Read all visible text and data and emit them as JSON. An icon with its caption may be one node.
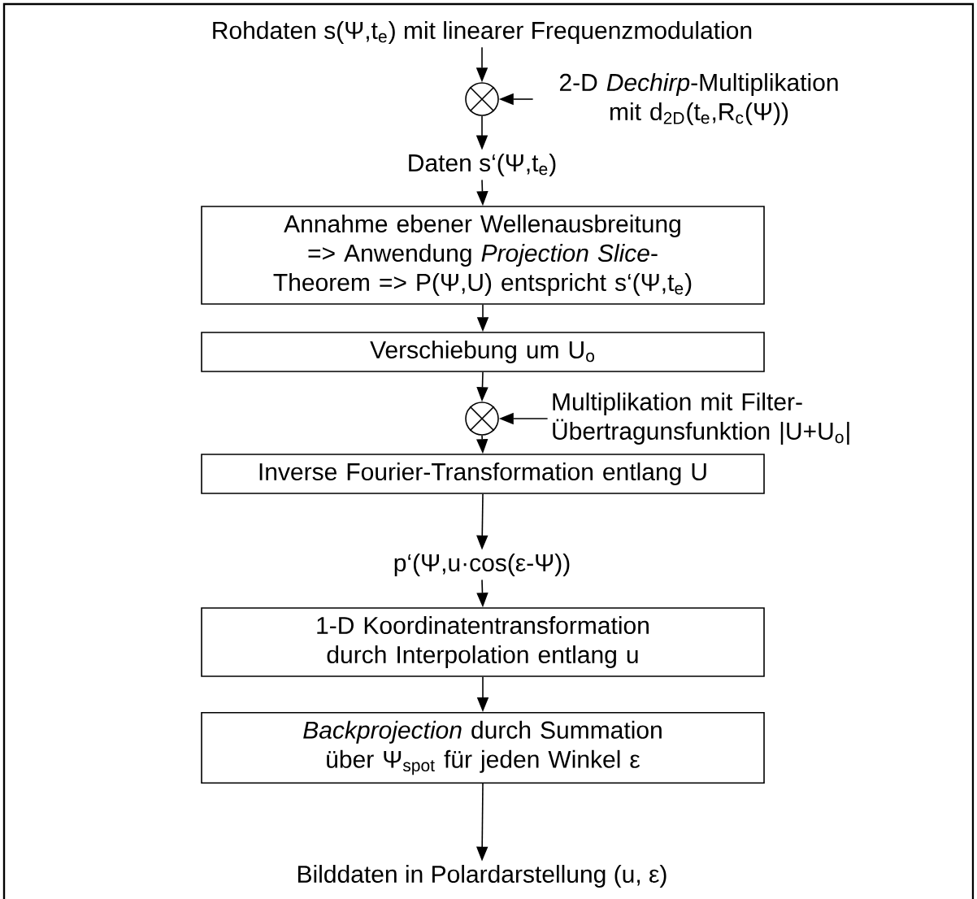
{
  "diagram": {
    "nodes": [
      {
        "text": [
          "Rohdaten s(Ψ,t$_{e}$) mit linearer Frequenzmodulation"
        ]
      },
      {
        "text": [],
        "shape": "circle"
      },
      {
        "text": [
          "2-D *Dechirp*-Multiplikation mit d$_{2D}$(t$_{e}$,R$_{c}$(Ψ))"
        ]
      },
      {
        "text": [
          "Daten s‘(Ψ,t$_{e}$)"
        ]
      },
      {
        "text": [
          "Annahme ebener Wellenausbreitung => Anwendung *Projection Slice*-Theorem => P(Ψ,U) entspricht s‘(Ψ,t$_{e}$)"
        ]
      },
      {
        "text": [
          "Verschiebung um U$_{o}$"
        ]
      },
      {
        "text": [],
        "shape": "circle"
      },
      {
        "text": [
          "Multiplikation mit Filter-Übertragunsfunktion |U+U$_{o}$|"
        ]
      },
      {
        "text": [
          "Inverse Fourier-Transformation entlang U"
        ]
      },
      {
        "text": [
          "p‘(Ψ,u·cos(ε-Ψ))"
        ]
      },
      {
        "text": [
          "1-D Koordinatentransformation durch Interpolation entlang u"
        ]
      },
      {
        "text": [
          "*Backprojection* durch Summation über Ψ$_{spot}$ für jeden Winkel ε"
        ]
      },
      {
        "text": [
          "Bilddaten in Polardarstellung (u, ε)"
        ]
      }
    ],
    "edges": [
      {
        "from": 0,
        "to": 1,
        "arrow": "to"
      },
      {
        "from": 2,
        "to": 1,
        "arrow": "to"
      },
      {
        "from": 1,
        "to": 3,
        "arrow": "to"
      },
      {
        "from": 3,
        "to": 4,
        "arrow": "to"
      },
      {
        "from": 4,
        "to": 5,
        "arrow": "to"
      },
      {
        "from": 5,
        "to": 6,
        "arrow": "to"
      },
      {
        "from": 7,
        "to": 6,
        "arrow": "to"
      },
      {
        "from": 6,
        "to": 8,
        "arrow": "to"
      },
      {
        "from": 8,
        "to": 9,
        "arrow": "to"
      },
      {
        "from": 9,
        "to": 10,
        "arrow": "to"
      },
      {
        "from": 10,
        "to": 11,
        "arrow": "to"
      },
      {
        "from": 11,
        "to": 12,
        "arrow": "to"
      }
    ]
  }
}
